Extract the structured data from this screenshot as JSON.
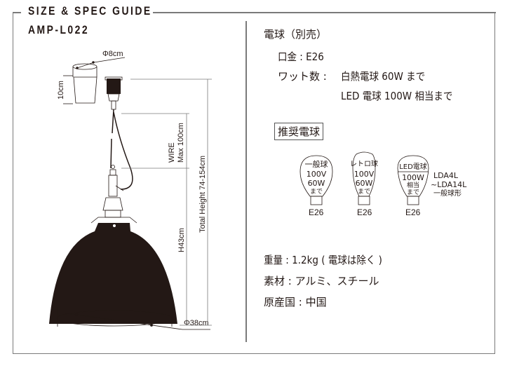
{
  "header": {
    "guide_title": "SIZE & SPEC GUIDE",
    "model_number": "AMP-L022"
  },
  "diagram": {
    "shade_diameter": "Φ38cm",
    "canopy_diameter": "Φ8cm",
    "canopy_height": "10cm",
    "wire_label": "WIRE",
    "wire_length": "Max 100cm",
    "total_height": "Total Height 74-154cm",
    "shade_height": "H43cm",
    "colors": {
      "shade": "#231815",
      "line": "#231815",
      "frame": "#7a7a7a"
    }
  },
  "specs": {
    "bulb_heading": "電球（別売）",
    "socket": "口金 : E26",
    "wattage_label": "ワット数 :",
    "wattage_line1": "白熱電球 60W まで",
    "wattage_line2": "LED 電球 100W 相当まで",
    "recommended_heading": "推奨電球",
    "bulbs": [
      {
        "type": "一般球",
        "lines": [
          "100V",
          "60W",
          "まで"
        ],
        "base": "E26"
      },
      {
        "type": "レトロ球",
        "lines": [
          "100V",
          "60W",
          "まで"
        ],
        "base": "E26"
      },
      {
        "type": "LED電球",
        "lines": [
          "100W",
          "相当",
          "まで"
        ],
        "base": "E26",
        "note": [
          "LDA4L",
          "~LDA14L",
          "一般球形"
        ]
      }
    ],
    "weight": "重量 : 1.2kg ( 電球は除く )",
    "material": "素材 : アルミ、スチール",
    "origin": "原産国 : 中国"
  }
}
